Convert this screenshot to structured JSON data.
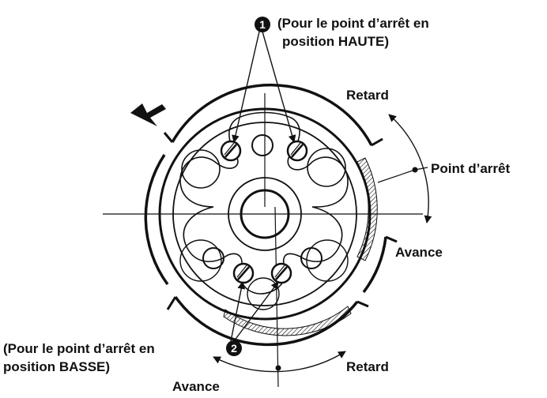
{
  "labels": {
    "callout_1_badge": "1",
    "callout_1_text_line1": "(Pour le point d’arrêt en",
    "callout_1_text_line2": "position HAUTE)",
    "callout_2_badge": "2",
    "callout_2_text_line1": "(Pour le point d’arrêt en",
    "callout_2_text_line2": "position BASSE)",
    "top_retard": "Retard",
    "top_point_arret": "Point d’arrêt",
    "top_avance": "Avance",
    "bottom_retard": "Retard",
    "bottom_avance": "Avance"
  },
  "colors": {
    "ink": "#111111",
    "background": "#ffffff"
  }
}
